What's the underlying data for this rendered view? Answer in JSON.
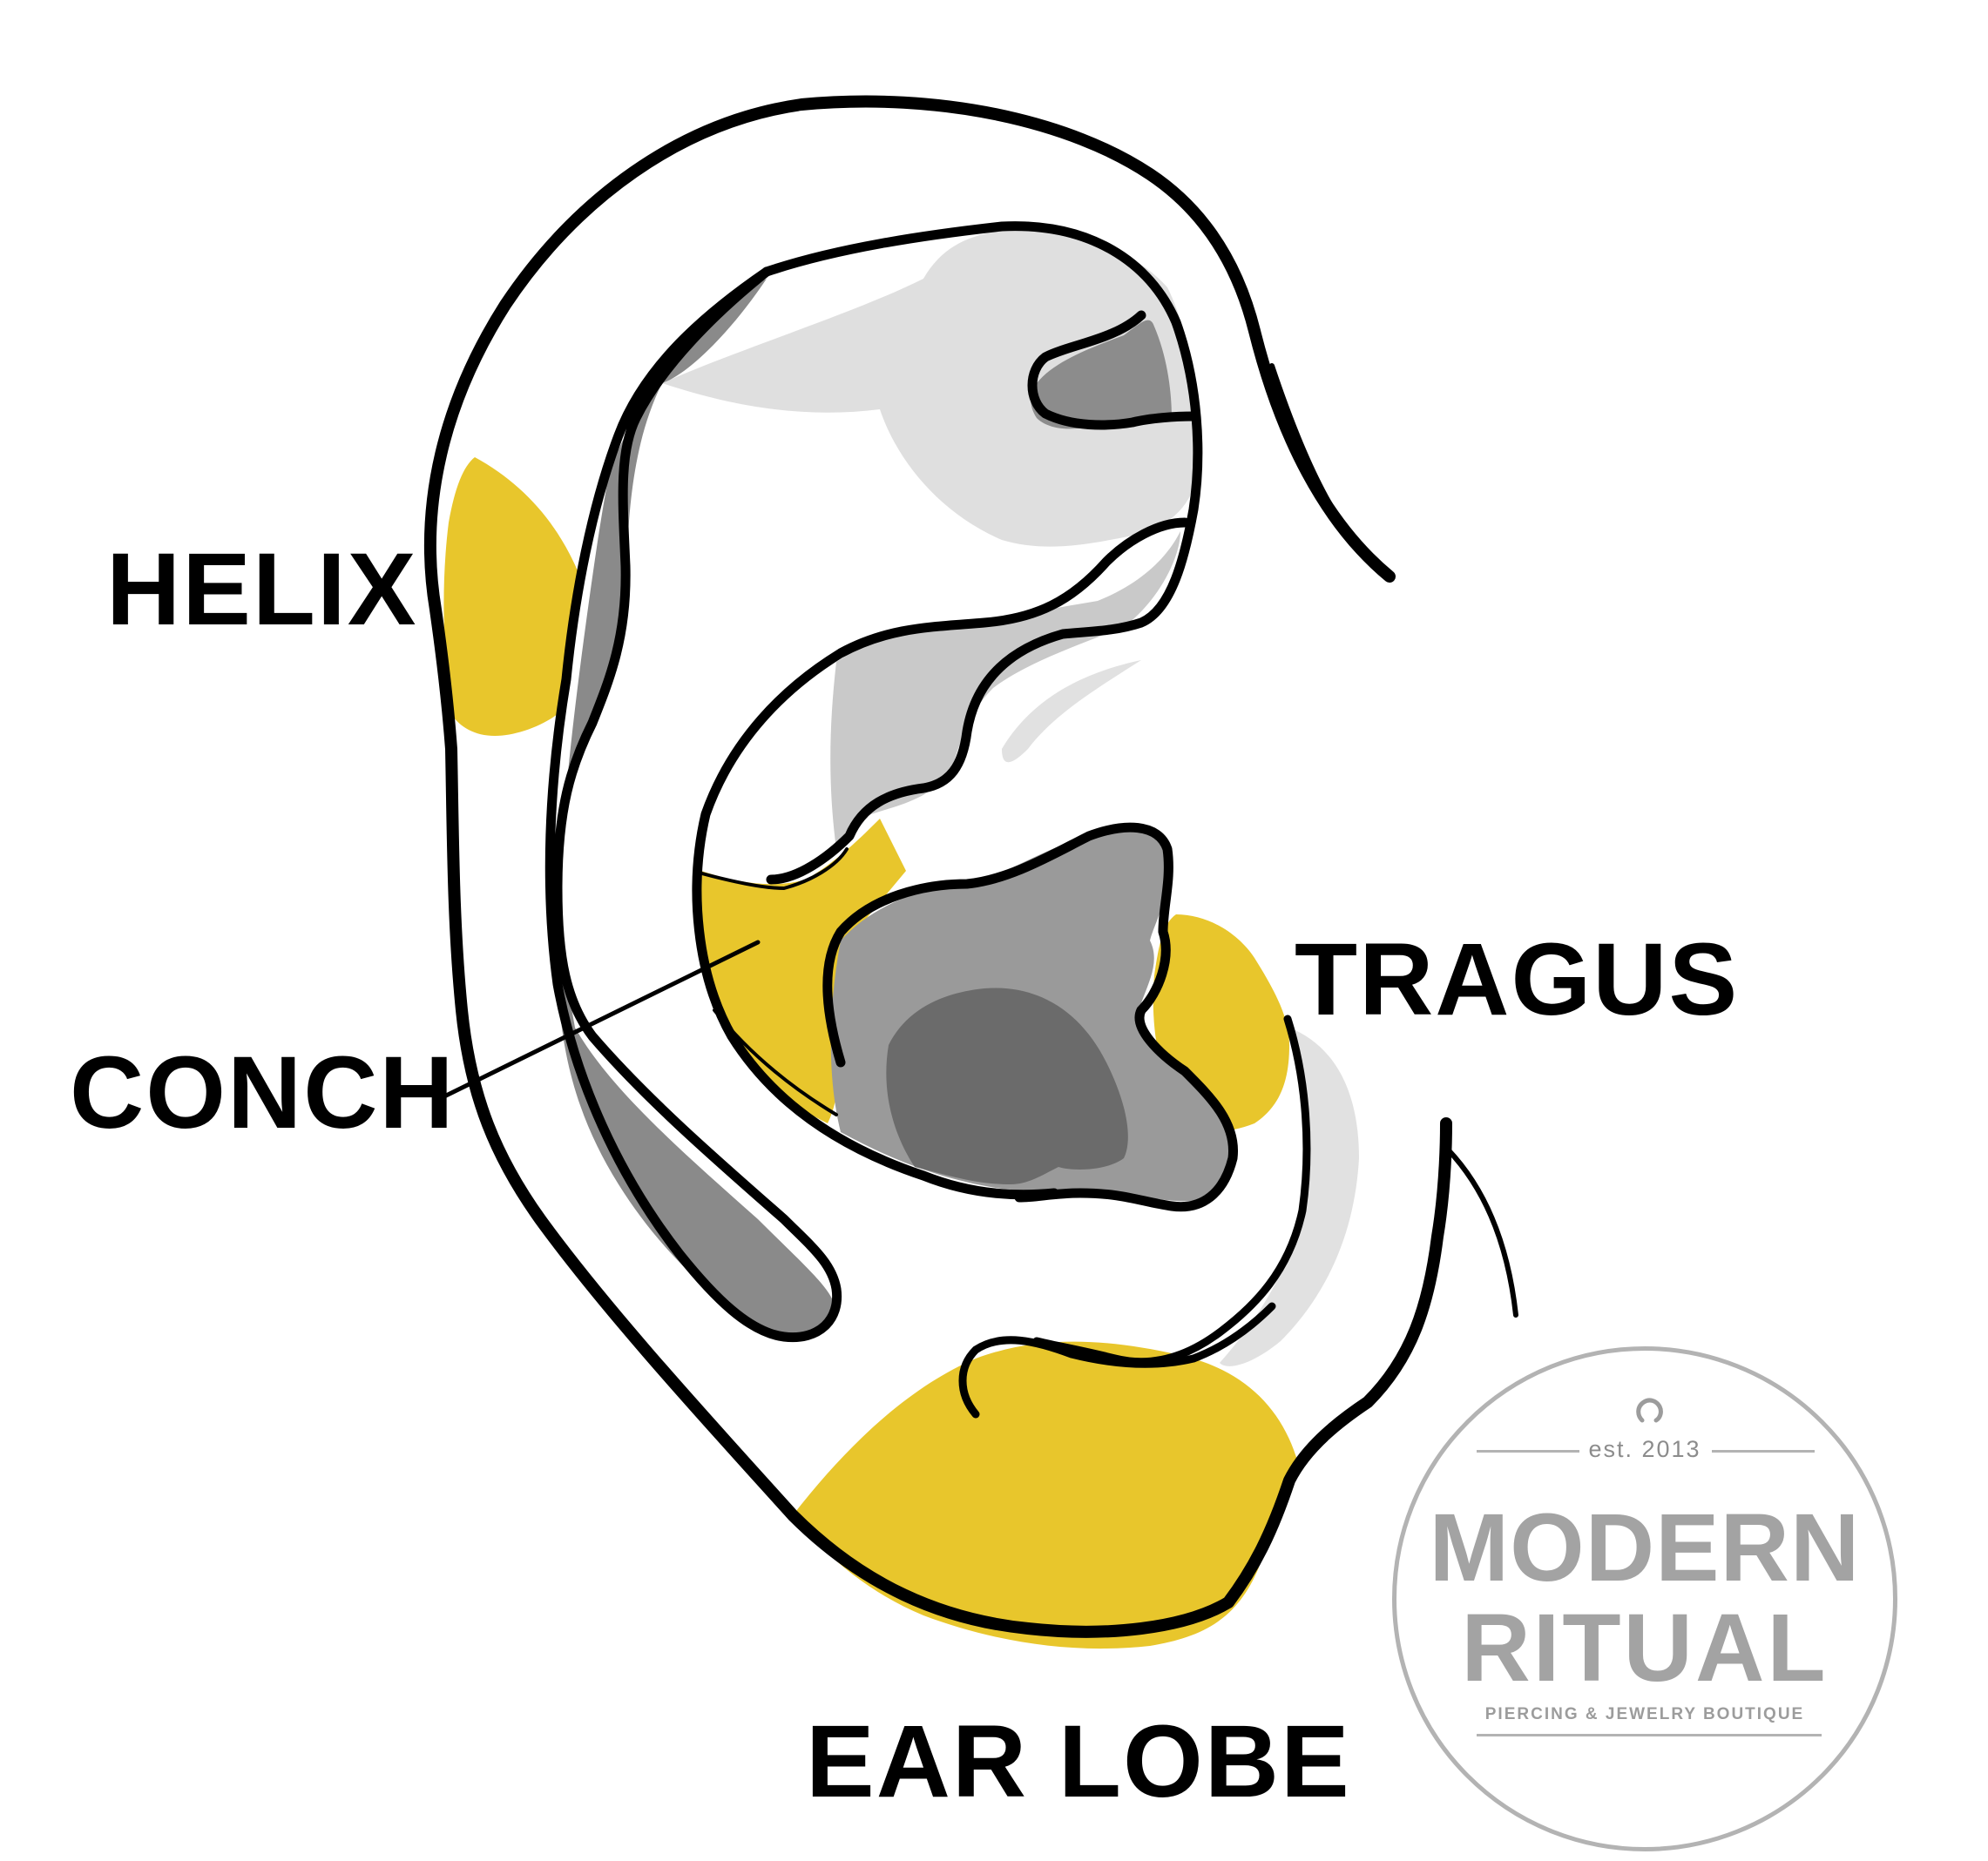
{
  "labels": {
    "helix": "HELIX",
    "conch": "CONCH",
    "tragus": "TRAGUS",
    "ear_lobe": "EAR LOBE"
  },
  "logo": {
    "established": "est. 2013",
    "name_line1": "MODERN",
    "name_line2": "RITUAL",
    "tagline": "PIERCING & JEWELRY BOUTIQUE",
    "icon": "ring-icon"
  },
  "colors": {
    "highlight": "#e8c62c",
    "outline": "#000000",
    "shade_light": "#d7d7d7",
    "shade_mid": "#9a9a9a",
    "shade_dark": "#6b6b6b",
    "logo_gray": "#a3a3a3"
  }
}
